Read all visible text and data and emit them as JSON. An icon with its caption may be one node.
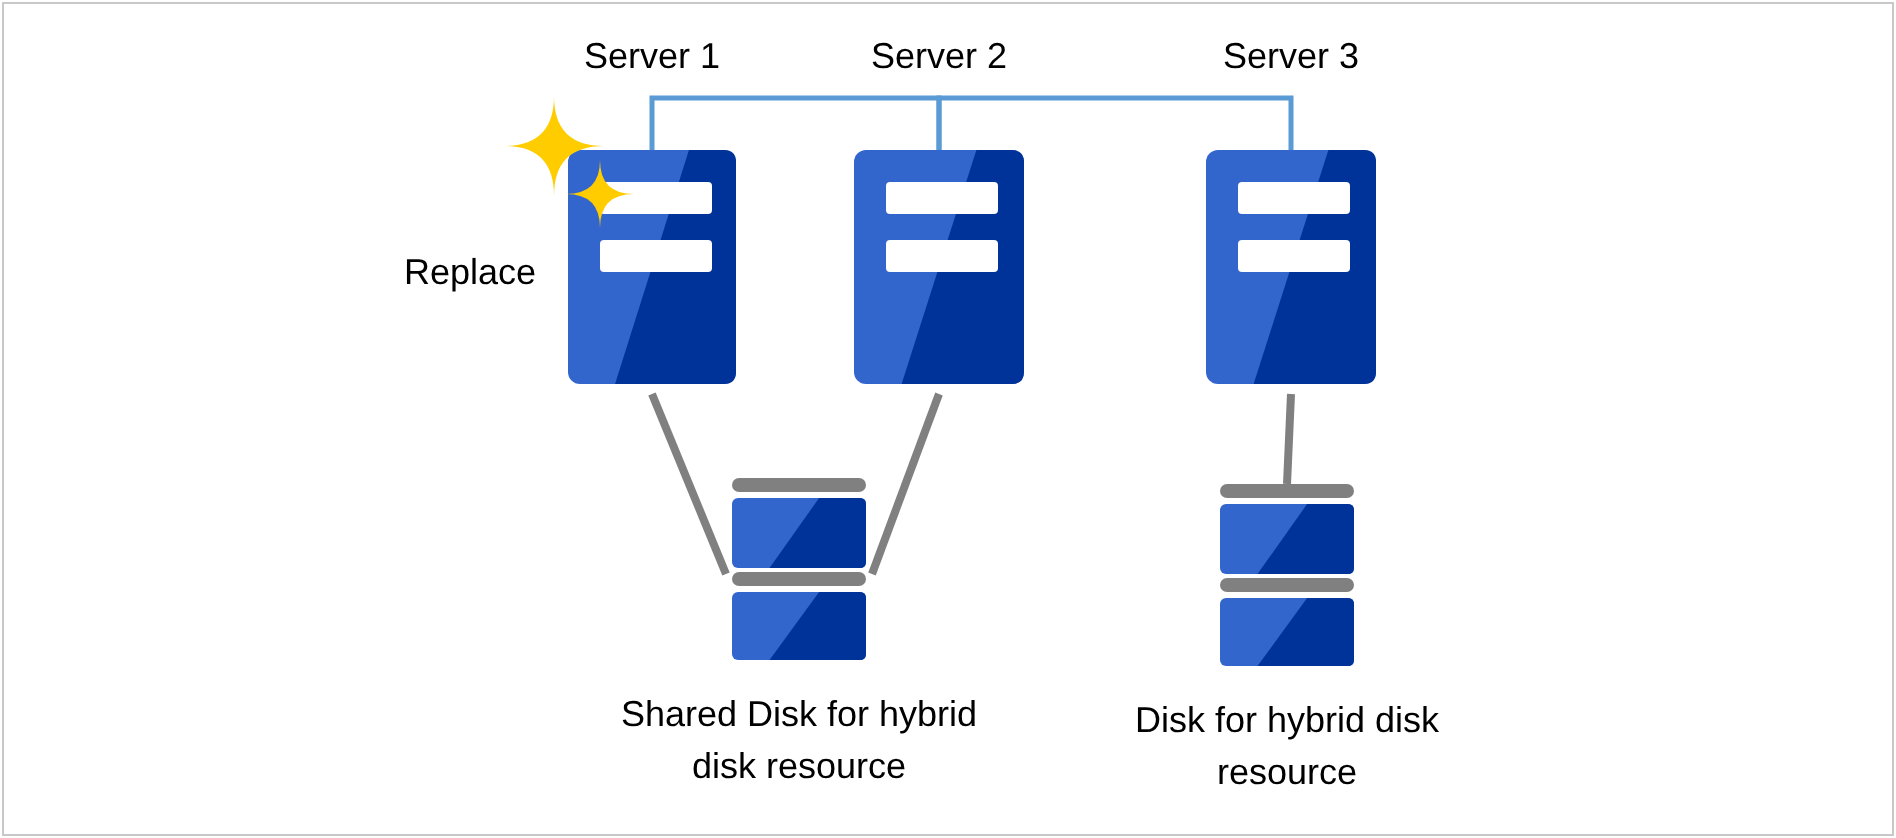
{
  "diagram": {
    "nodes": [
      {
        "text": [
          "Server 1"
        ],
        "beside": [
          "Replace"
        ]
      },
      {
        "text": [
          "Server 2"
        ]
      },
      {
        "text": [
          "Server 3"
        ]
      },
      {
        "text": [
          "Shared Disk for hybrid disk resource"
        ]
      },
      {
        "text": [
          "Disk for hybrid disk resource"
        ]
      }
    ],
    "edges": [
      {
        "from": 0,
        "to": 1,
        "arrow": "none",
        "color": "#5b9bd5"
      },
      {
        "from": 1,
        "to": 2,
        "arrow": "none",
        "color": "#5b9bd5"
      },
      {
        "from": 0,
        "to": 3,
        "arrow": "none"
      },
      {
        "from": 1,
        "to": 3,
        "arrow": "none"
      },
      {
        "from": 2,
        "to": 4,
        "arrow": "none"
      }
    ]
  }
}
